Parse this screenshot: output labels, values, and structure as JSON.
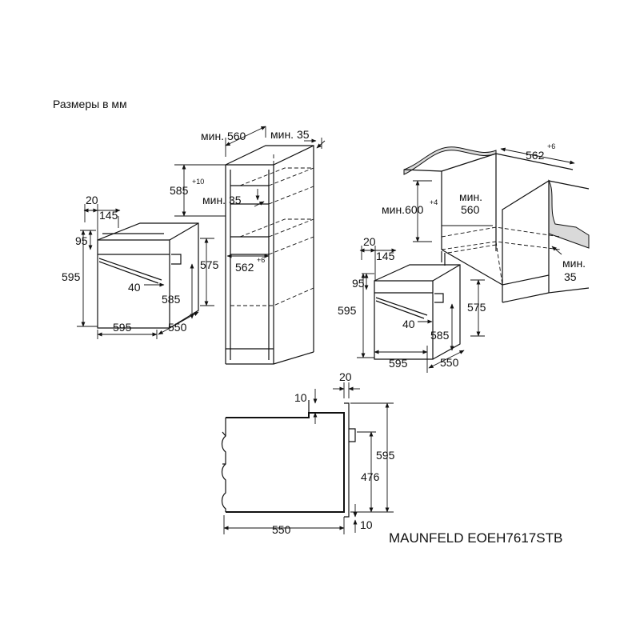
{
  "caption": "Размеры в мм",
  "model": "MAUNFELD EOEH7617STB",
  "colors": {
    "line": "#111111",
    "background": "#ffffff",
    "countertop": "#d9d9d9"
  },
  "oven_front": {
    "d20": "20",
    "d145": "145",
    "d95": "95",
    "d595_height": "595",
    "d575": "575",
    "d40": "40",
    "d585": "585",
    "d595_width": "595",
    "d550": "550"
  },
  "column_cabinet": {
    "min560": "мин. 560",
    "min35_top": "мин. 35",
    "d585": "585",
    "sup10": "+10",
    "min35_mid": "мин. 35",
    "d562": "562",
    "sup6": "+6"
  },
  "oven_undercounter": {
    "d20": "20",
    "d145": "145",
    "d95": "95",
    "d595_height": "595",
    "d575": "575",
    "d40": "40",
    "d585": "585",
    "d595_width": "595",
    "d550": "550"
  },
  "undercounter_cabinet": {
    "d562": "562",
    "sup6": "+6",
    "min600": "мин.600",
    "sup4": "+4",
    "min560_a": "мин.",
    "min560_b": "560",
    "min35_a": "мин.",
    "min35_b": "35"
  },
  "side_view": {
    "d20": "20",
    "d10_top": "10",
    "d595": "595",
    "d476": "476",
    "d550": "550",
    "d10_bottom": "10"
  }
}
